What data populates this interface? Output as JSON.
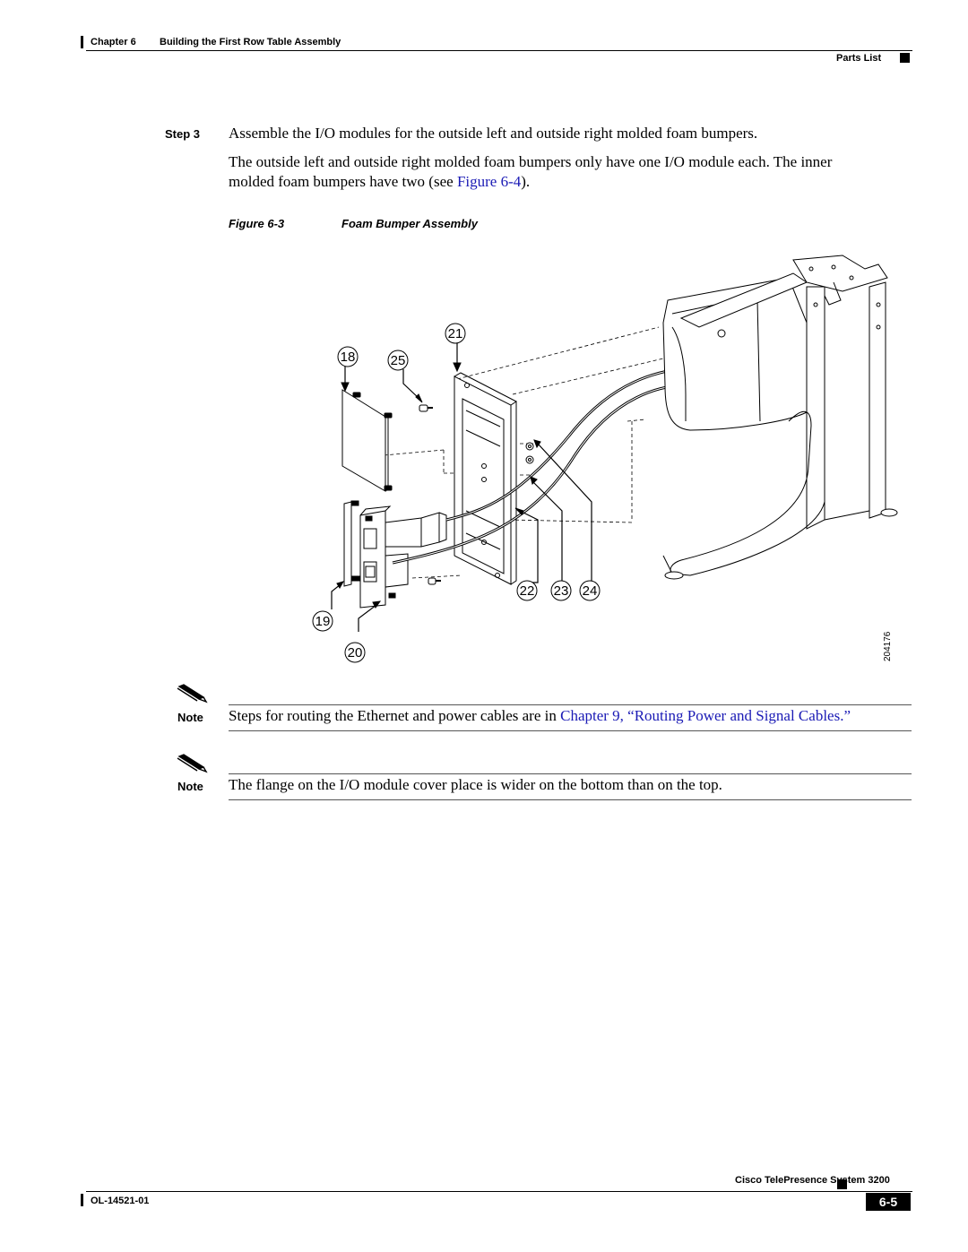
{
  "header": {
    "chapter_label": "Chapter 6",
    "chapter_title": "Building the First Row Table Assembly",
    "section": "Parts List"
  },
  "step": {
    "label": "Step 3",
    "text": "Assemble the I/O modules for the outside left and outside right molded foam bumpers.",
    "para_line1": "The outside left and outside right molded foam bumpers only have one I/O module each. The inner",
    "para_line2_before": "molded foam bumpers have two (see ",
    "para_line2_link": "Figure 6-4",
    "para_line2_after": ")."
  },
  "figure": {
    "number": "Figure 6-3",
    "title": "Foam Bumper Assembly",
    "callouts": [
      "18",
      "19",
      "20",
      "21",
      "22",
      "23",
      "24",
      "25"
    ],
    "art_id": "204176"
  },
  "notes": [
    {
      "label": "Note",
      "before": "Steps for routing the Ethernet and power cables are in ",
      "link": "Chapter 9, “Routing Power and Signal Cables.”",
      "after": ""
    },
    {
      "label": "Note",
      "text": "The flange on the I/O module cover place is wider on the bottom than on the top."
    }
  ],
  "footer": {
    "book_title": "Cisco TelePresence System 3200",
    "doc_number": "OL-14521-01",
    "page_number": "6-5"
  }
}
